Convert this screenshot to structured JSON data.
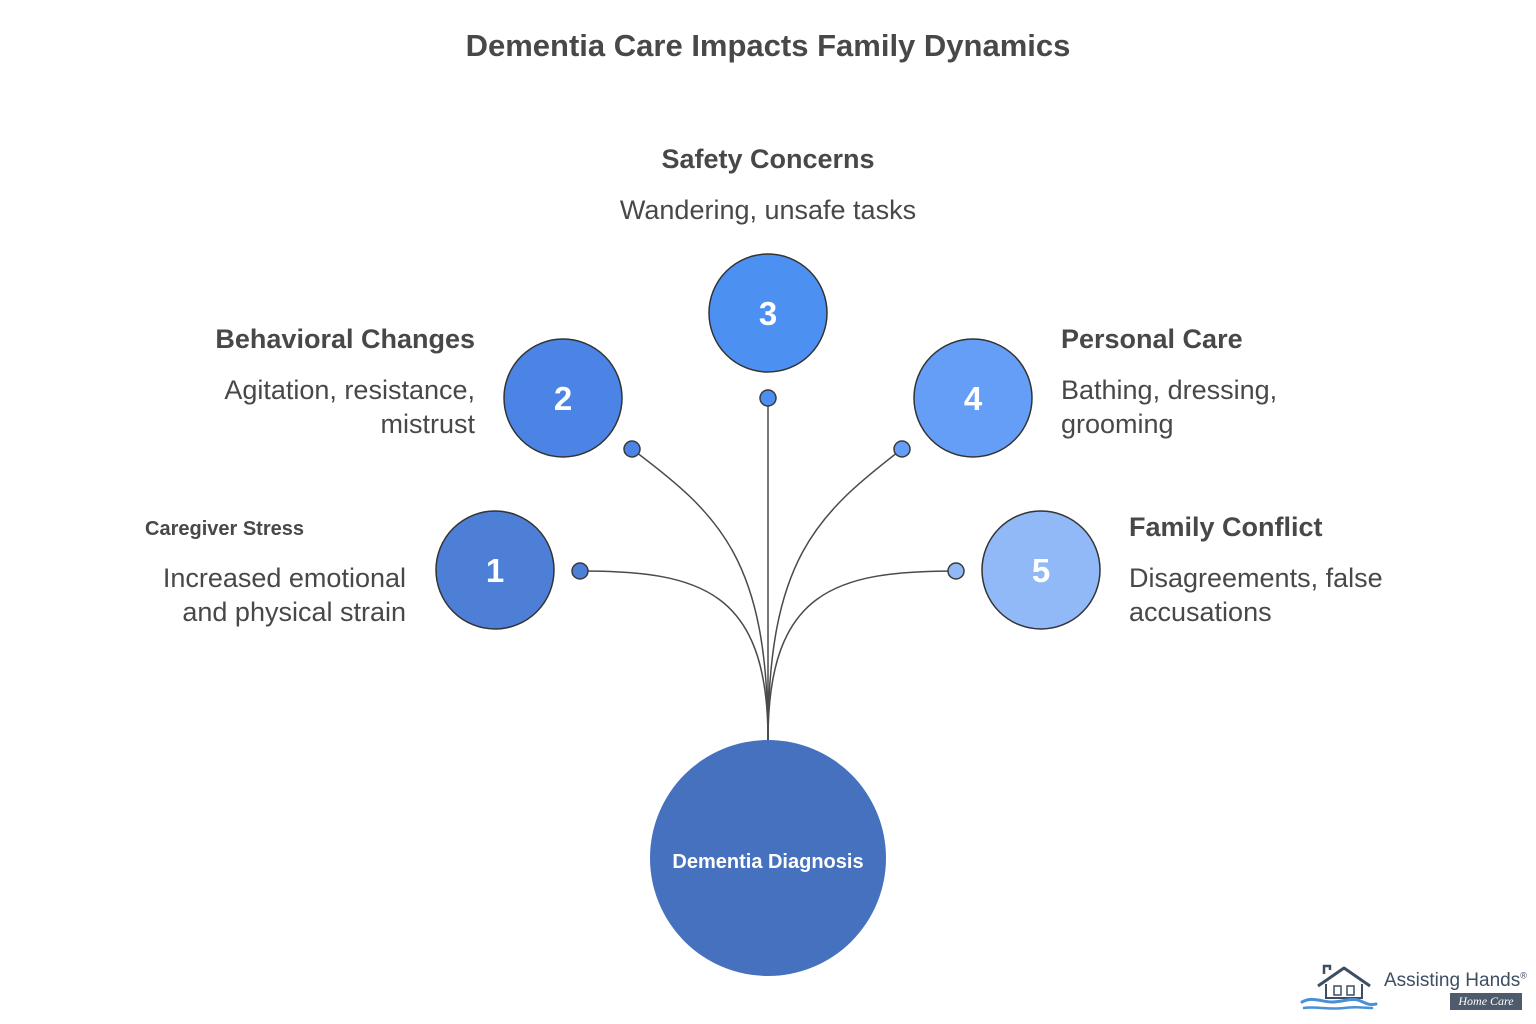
{
  "title": "Dementia Care Impacts Family Dynamics",
  "center": {
    "label": "Dementia Diagnosis",
    "color": "#4671bf"
  },
  "stages": [
    {
      "number": "1",
      "heading": "Caregiver Stress",
      "description_lines": [
        "Increased emotional",
        "and physical strain"
      ],
      "color": "#4e7fd6"
    },
    {
      "number": "2",
      "heading": "Behavioral Changes",
      "description_lines": [
        "Agitation, resistance,",
        "mistrust"
      ],
      "color": "#4b84e5"
    },
    {
      "number": "3",
      "heading": "Safety Concerns",
      "description_lines": [
        "Wandering, unsafe tasks"
      ],
      "color": "#4c90f2"
    },
    {
      "number": "4",
      "heading": "Personal Care",
      "description_lines": [
        "Bathing, dressing,",
        "grooming"
      ],
      "color": "#649ef7"
    },
    {
      "number": "5",
      "heading": "Family Conflict",
      "description_lines": [
        "Disagreements, false",
        "accusations"
      ],
      "color": "#91b9f8"
    }
  ],
  "logo": {
    "name": "Assisting Hands",
    "registered": "®",
    "subtitle": "Home Care",
    "icon": "house-hand-icon"
  }
}
